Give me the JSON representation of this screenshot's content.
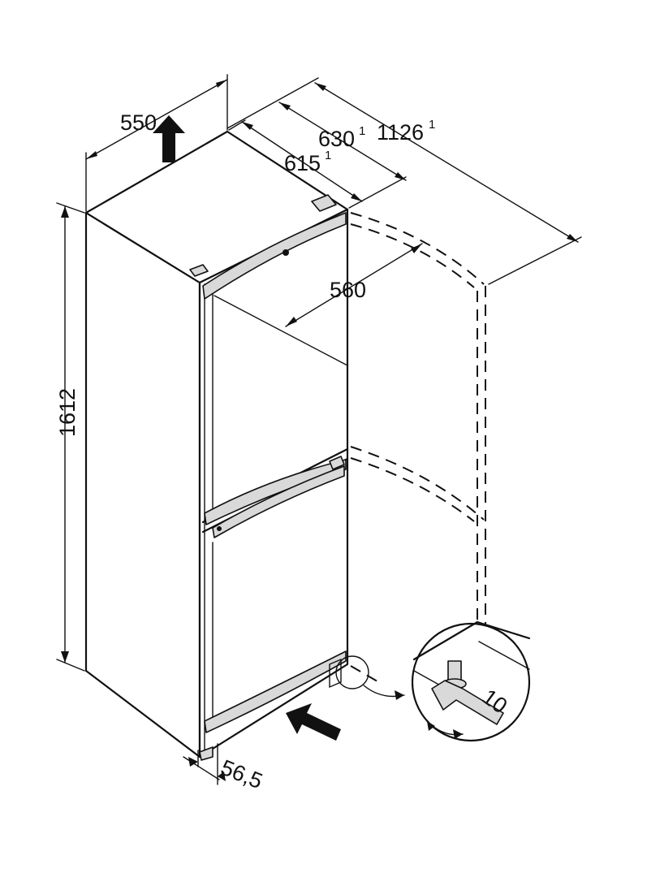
{
  "dimensions": {
    "width": "550",
    "depth_door_open": "630",
    "depth": "615",
    "door_open_total": "1126",
    "door_swing": "560",
    "height": "1612",
    "foot_offset": "56,5",
    "wrench_size": "10",
    "footnote_marker": "1"
  },
  "colors": {
    "line": "#111111",
    "handle_fill": "#d9d9d9",
    "background": "#ffffff"
  },
  "icons": [
    "up-arrow-icon",
    "push-arrow-icon",
    "wrench-icon",
    "rotate-arrow-icon"
  ]
}
